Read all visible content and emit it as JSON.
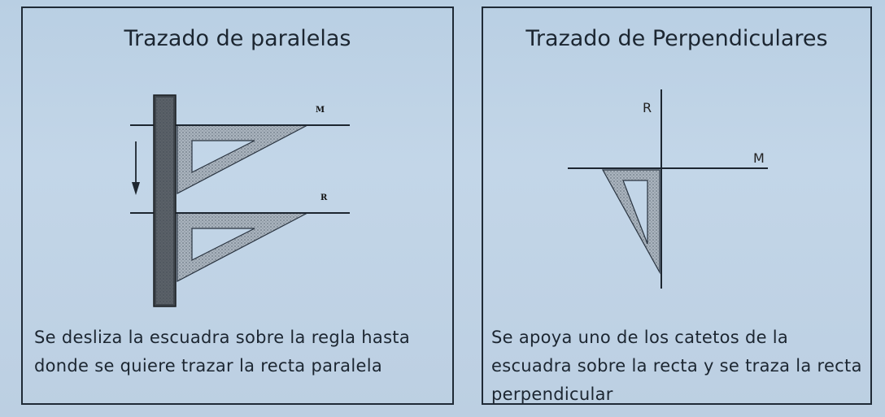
{
  "left_panel": {
    "title": "Trazado de paralelas",
    "caption": "Se desliza la escuadra sobre la regla hasta donde se quiere trazar la recta paralela",
    "labels": {
      "top_line": "M",
      "bottom_line": "R"
    }
  },
  "right_panel": {
    "title": "Trazado de Perpendiculares",
    "caption": "Se apoya uno de los catetos de la escuadra sobre la recta y se traza la recta perpendicular",
    "labels": {
      "vertical_line": "R",
      "horizontal_line": "M"
    }
  },
  "colors": {
    "background": "#bfd3e6",
    "ruler": "#3f454c",
    "set_square_fill": "#8d9aa6",
    "line": "#1d2630"
  }
}
